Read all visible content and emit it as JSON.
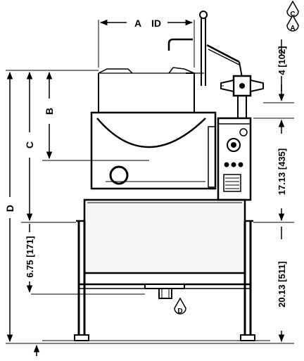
{
  "dimensions": {
    "width": "A",
    "id": "ID",
    "b": "B",
    "c": "C",
    "d": "D",
    "right_top": "4 [102]",
    "right_mid": "17.13 [435]",
    "right_low": "20.13 [511]",
    "left_low": "6.75 [171]"
  },
  "callouts": {
    "connection_c": "C",
    "connection_a": "A",
    "drain_d": "D"
  },
  "colors": {
    "line": "#000000",
    "background": "#ffffff",
    "frame_fill": "#f2f2f2"
  }
}
